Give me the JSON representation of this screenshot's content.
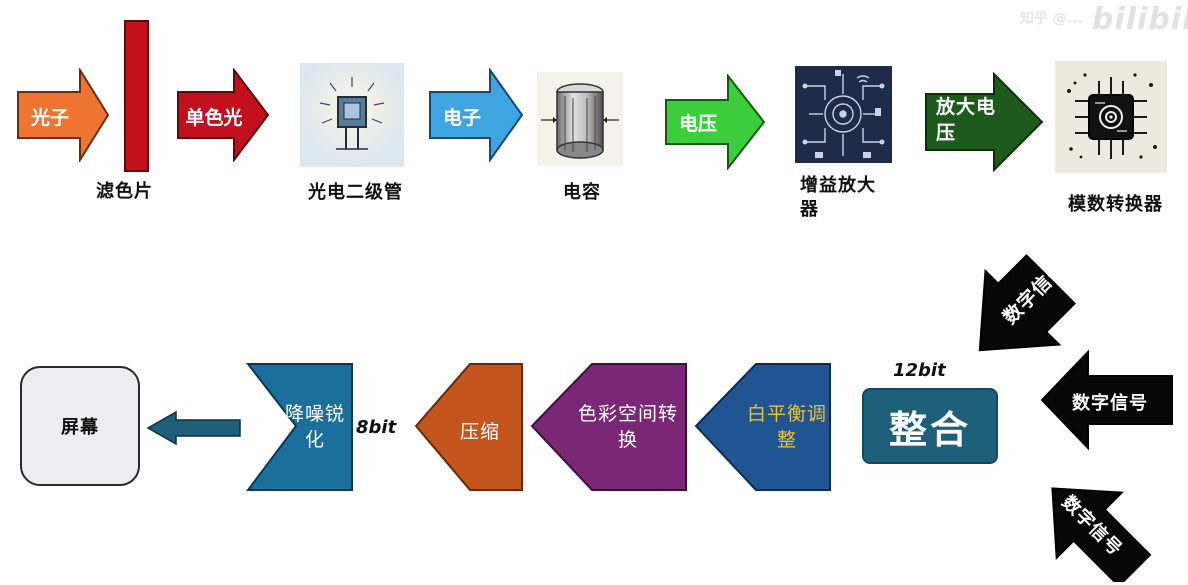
{
  "watermark": {
    "text": "知乎 @...",
    "logo": "bilibili"
  },
  "top_row": {
    "photon": "光子",
    "filter_caption": "滤色片",
    "mono_light": "单色光",
    "photodiode_caption": "光电二级管",
    "electron": "电子",
    "capacitor_caption": "电容",
    "voltage": "电压",
    "amp_caption": "增益放大器",
    "amp_voltage": "放大电压",
    "adc_caption": "模数转换器"
  },
  "signals": {
    "s1": "数字信号",
    "s2": "数字信号",
    "s3": "数字信号"
  },
  "bottom_row": {
    "bit12": "12bit",
    "merge": "整合",
    "wb": "白平衡调整",
    "color_space": "色彩空间转换",
    "compress": "压缩",
    "bit8": "8bit",
    "denoise": "降噪锐化",
    "screen": "屏幕"
  },
  "colors": {
    "orange": "#ed7531",
    "red": "#c2101c",
    "blue": "#3fa5e0",
    "green": "#3ccd3c",
    "darkgreen": "#1e5a1c",
    "teal": "#1e607a",
    "navy": "#1f5593",
    "purple": "#7a2876",
    "burnt": "#c4561d",
    "steel": "#1b6f9c",
    "gold": "#f2c12e"
  }
}
